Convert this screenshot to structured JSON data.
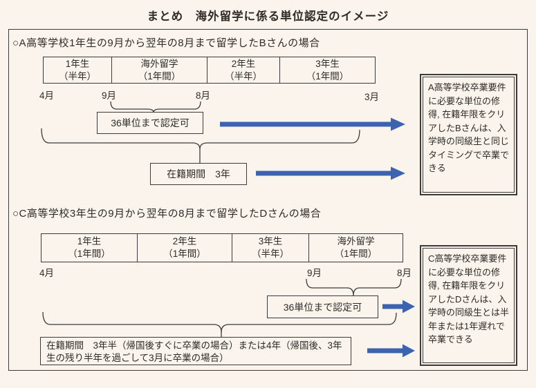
{
  "title": "まとめ　海外留学に係る単位認定のイメージ",
  "accent_color": "#3d63ae",
  "sections": [
    {
      "heading": "○A高等学校1年生の9月から翌年の8月まで留学したBさんの場合",
      "timeline": [
        {
          "label": "1年生",
          "duration": "（半年）"
        },
        {
          "label": "海外留学",
          "duration": "（1年間）"
        },
        {
          "label": "2年生",
          "duration": "（半年）"
        },
        {
          "label": "3年生",
          "duration": "（1年間）"
        }
      ],
      "months": [
        "4月",
        "9月",
        "8月",
        "3月"
      ],
      "credit_box": "36単位まで認定可",
      "enrollment_box": "在籍期間　3年",
      "result_box": "A高等学校卒業要件に必要な単位の修得, 在籍年限をクリアしたBさんは、入学時の同級生と同じタイミングで卒業できる"
    },
    {
      "heading": "○C高等学校3年生の9月から翌年の8月まで留学したDさんの場合",
      "timeline": [
        {
          "label": "1年生",
          "duration": "（1年間）"
        },
        {
          "label": "2年生",
          "duration": "（1年間）"
        },
        {
          "label": "3年生",
          "duration": "（半年）"
        },
        {
          "label": "海外留学",
          "duration": "（1年間）"
        }
      ],
      "months": [
        "4月",
        "9月",
        "8月"
      ],
      "credit_box": "36単位まで認定可",
      "enrollment_box": "在籍期間　3年半（帰国後すぐに卒業の場合）または4年（帰国後、3年生の残り半年を過ごして3月に卒業の場合）",
      "result_box": "C高等学校卒業要件に必要な単位の修得, 在籍年限をクリアしたDさんは、入学時の同級生とは半年または1年遅れで卒業できる"
    }
  ]
}
